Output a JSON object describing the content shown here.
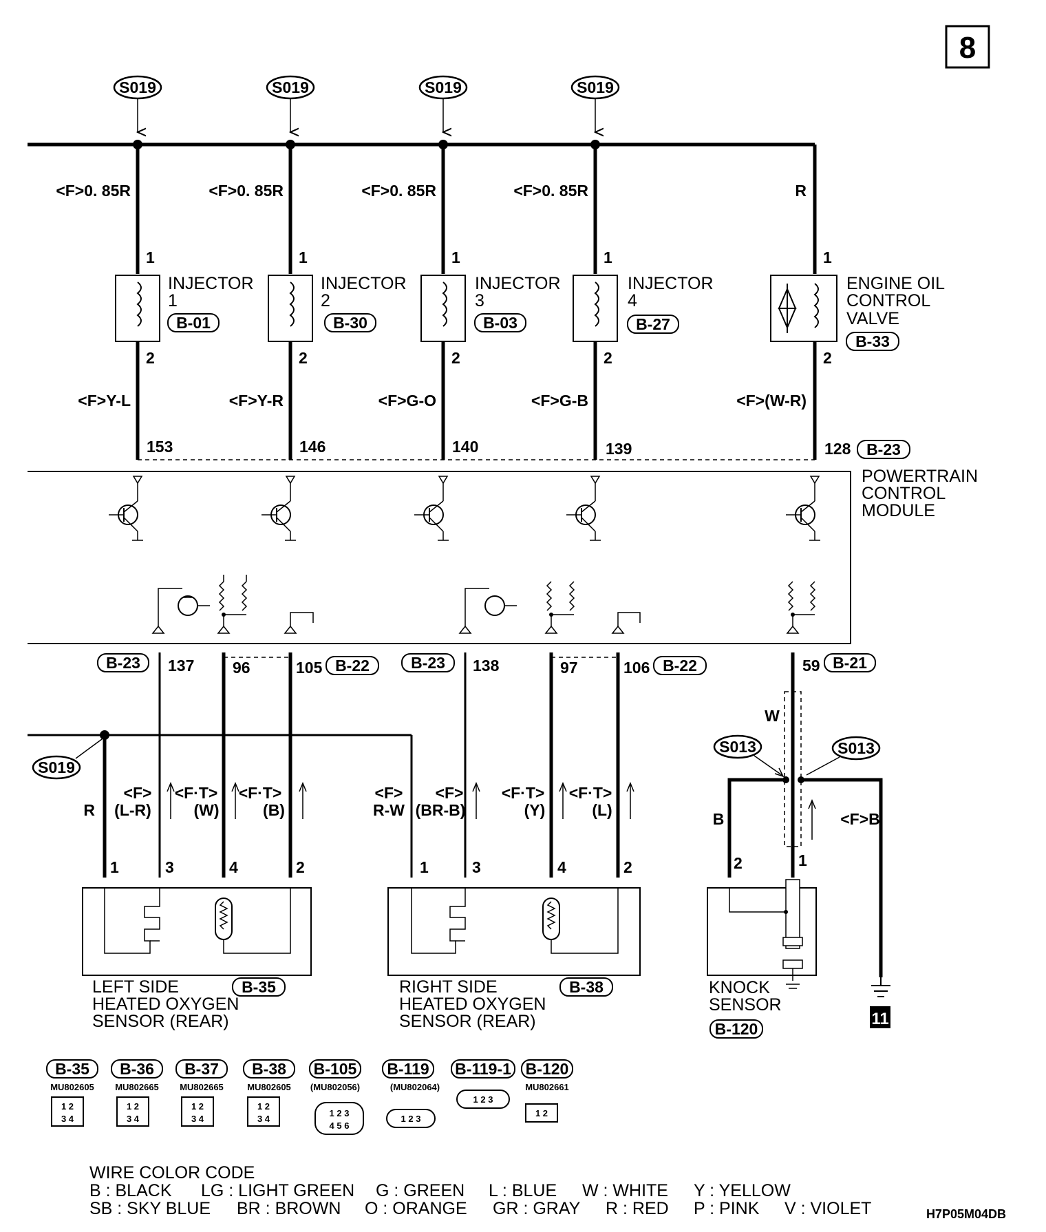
{
  "page": {
    "sheet_number": "8",
    "drawing_code": "H7P05M04DB"
  },
  "splice_labels": {
    "top": "S019",
    "left": "S019",
    "knock_left": "S013",
    "knock_right": "S013"
  },
  "injectors": [
    {
      "title": "INJECTOR",
      "number": "1",
      "connector": "B-01",
      "wire_top": "<F>0. 85R",
      "wire_bottom": "<F>Y-L",
      "pcm_pin": "153",
      "pin_top": "1",
      "pin_bottom": "2"
    },
    {
      "title": "INJECTOR",
      "number": "2",
      "connector": "B-30",
      "wire_top": "<F>0. 85R",
      "wire_bottom": "<F>Y-R",
      "pcm_pin": "146",
      "pin_top": "1",
      "pin_bottom": "2"
    },
    {
      "title": "INJECTOR",
      "number": "3",
      "connector": "B-03",
      "wire_top": "<F>0. 85R",
      "wire_bottom": "<F>G-O",
      "pcm_pin": "140",
      "pin_top": "1",
      "pin_bottom": "2"
    },
    {
      "title": "INJECTOR",
      "number": "4",
      "connector": "B-27",
      "wire_top": "<F>0. 85R",
      "wire_bottom": "<F>G-B",
      "pcm_pin": "139",
      "pin_top": "1",
      "pin_bottom": "2"
    }
  ],
  "oil_valve": {
    "line1": "ENGINE OIL",
    "line2": "CONTROL",
    "line3": "VALVE",
    "connector": "B-33",
    "wire_top": "R",
    "wire_bottom": "<F>(W-R)",
    "pcm_pin": "128",
    "pcm_connector": "B-23",
    "pin_top": "1",
    "pin_bottom": "2"
  },
  "pcm": {
    "line1": "POWERTRAIN",
    "line2": "CONTROL",
    "line3": "MODULE"
  },
  "left_sensor": {
    "line1": "LEFT SIDE",
    "line2": "HEATED OXYGEN",
    "line3": "SENSOR (REAR)",
    "connector": "B-35",
    "pcm_conn_a": "B-23",
    "pcm_conn_b": "B-22",
    "pins": {
      "p137": "137",
      "p96": "96",
      "p105": "105"
    },
    "wires": {
      "w1": "R",
      "w3a": "<F>",
      "w3b": "(L-R)",
      "w4a": "<F·T>",
      "w4b": "(W)",
      "w2a": "<F·T>",
      "w2b": "(B)"
    },
    "sensor_pins": [
      "1",
      "3",
      "4",
      "2"
    ]
  },
  "right_sensor": {
    "line1": "RIGHT SIDE",
    "line2": "HEATED OXYGEN",
    "line3": "SENSOR (REAR)",
    "connector": "B-38",
    "pcm_conn_a": "B-23",
    "pcm_conn_b": "B-22",
    "pins": {
      "p138": "138",
      "p97": "97",
      "p106": "106"
    },
    "wires": {
      "w1a": "<F>",
      "w1b": "R-W",
      "w3a": "<F>",
      "w3b": "(BR-B)",
      "w4a": "<F·T>",
      "w4b": "(Y)",
      "w2a": "<F·T>",
      "w2b": "(L)"
    },
    "sensor_pins": [
      "1",
      "3",
      "4",
      "2"
    ]
  },
  "knock_sensor": {
    "line1": "KNOCK",
    "line2": "SENSOR",
    "connector": "B-120",
    "pcm_pin": "59",
    "pcm_connector": "B-21",
    "wire_shield": "W",
    "wire_left": "B",
    "wire_right": "<F>B",
    "pin_left": "2",
    "pin_right": "1",
    "ground_ref": "11"
  },
  "connectors_legend": [
    {
      "id": "B-35",
      "part": "MU802605",
      "pins": [
        "1",
        "2",
        "3",
        "4"
      ]
    },
    {
      "id": "B-36",
      "part": "MU802665",
      "pins": [
        "1",
        "2",
        "3",
        "4"
      ]
    },
    {
      "id": "B-37",
      "part": "MU802665",
      "pins": [
        "1",
        "2",
        "3",
        "4"
      ]
    },
    {
      "id": "B-38",
      "part": "MU802605",
      "pins": [
        "1",
        "2",
        "3",
        "4"
      ]
    },
    {
      "id": "B-105",
      "part": "(MU802056)",
      "pins": [
        "1",
        "2",
        "3",
        "4",
        "5",
        "6"
      ]
    },
    {
      "id": "B-119",
      "part": "(MU802064)",
      "pins": [
        "1",
        "2",
        "3"
      ]
    },
    {
      "id": "B-119-1",
      "part": "",
      "pins": [
        "1",
        "2",
        "3"
      ]
    },
    {
      "id": "B-120",
      "part": "MU802661",
      "pins": [
        "1",
        "2"
      ]
    }
  ],
  "wire_color_code": {
    "title": "WIRE COLOR CODE",
    "row1": [
      "B : BLACK",
      "LG : LIGHT GREEN",
      "G : GREEN",
      "L : BLUE",
      "W : WHITE",
      "Y : YELLOW"
    ],
    "row2": [
      "SB : SKY BLUE",
      "BR : BROWN",
      "O : ORANGE",
      "GR : GRAY",
      "R : RED",
      "P : PINK",
      "V : VIOLET"
    ]
  },
  "colors": {
    "line": "#000000",
    "background": "#ffffff"
  }
}
